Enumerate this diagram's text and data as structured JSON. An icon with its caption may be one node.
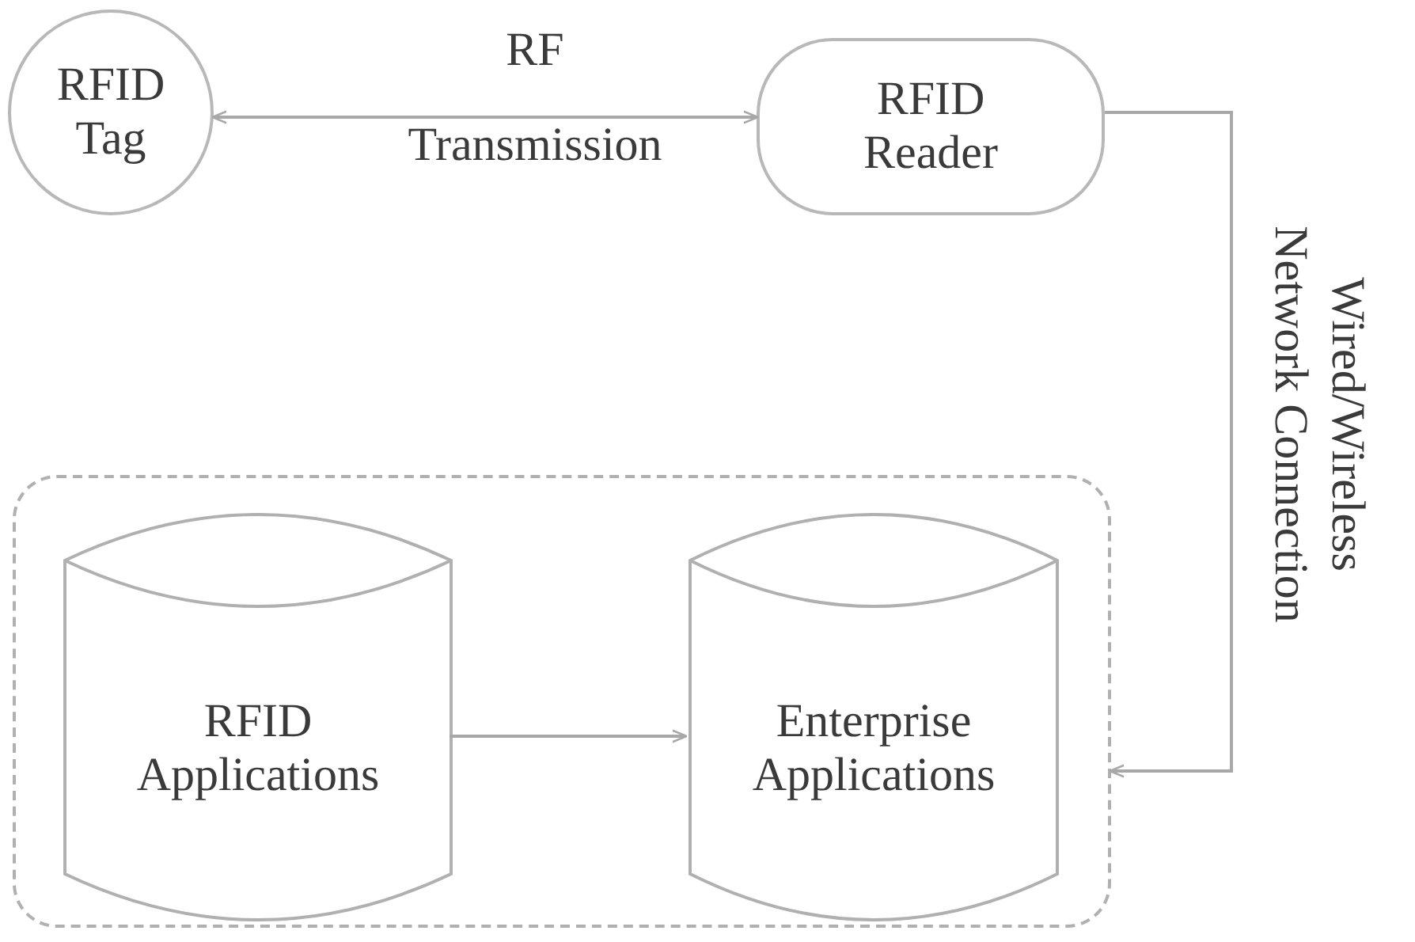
{
  "diagram": {
    "nodes": [
      {
        "text": [
          "RFID Tag"
        ]
      },
      {
        "text": [
          "RFID Reader"
        ]
      },
      {
        "text": [],
        "shape": "box"
      },
      {
        "text": [
          "RFID Applications"
        ],
        "in": 2
      },
      {
        "text": [
          "Enterprise Applications"
        ],
        "in": 2
      }
    ],
    "edges": [
      {
        "from": 0,
        "to": 1,
        "arrow": "both",
        "label": "RF Transmission"
      },
      {
        "from": 1,
        "to": 2,
        "arrow": "to",
        "label": "Wired/Wireless Network Connection"
      },
      {
        "from": 3,
        "to": 4,
        "arrow": "to"
      }
    ]
  }
}
